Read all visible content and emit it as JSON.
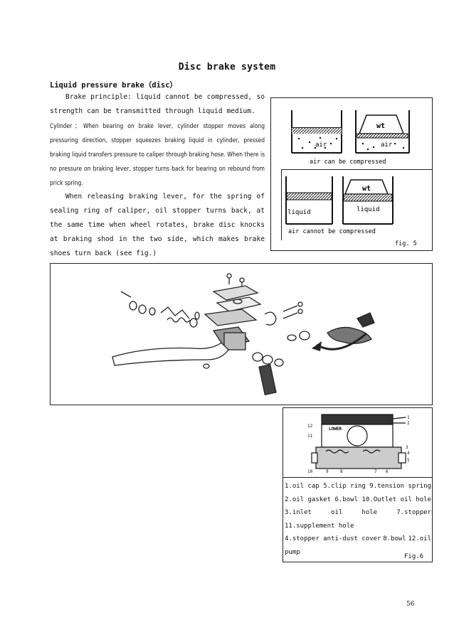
{
  "title": "Disc brake system",
  "subheading": "Liquid pressure brake（disc）",
  "paragraphs": {
    "p1": "Brake principle: liquid cannot be compressed, so strength can be transmitted through liquid medium.",
    "p2": "Cylinder：When bearing on brake lever, cylinder stopper moves along pressuring direction, stopper squeezes braking liquid in cylinder, pressed braking liquid transfers pressure to caliper through braking hose. When there is no pressure on braking lever, stopper turns back for bearing on rebound from prick spring.",
    "p3": "When releasing braking lever, for the spring of sealing ring of caliper, oil stopper turns back, at the same time when wheel rotates, brake disc knocks at braking shod in the two side, which makes brake shoes turn back (see fig.)"
  },
  "fig5": {
    "top_label_air_left": "air",
    "top_label_air_right": "air",
    "top_label_weight": "wt",
    "top_caption": "air can be compressed",
    "bottom_label_liquid_left": "liquid",
    "bottom_label_liquid_right": "liquid",
    "bottom_label_weight": "wt",
    "bottom_caption": "air cannot be compressed",
    "fig_label": "fig. 5"
  },
  "fig6": {
    "diagram_text": {
      "lower": "LOWER",
      "callouts": [
        "1",
        "2",
        "12",
        "11",
        "3",
        "4",
        "5",
        "10",
        "9",
        "8",
        "7",
        "6"
      ]
    },
    "legend": [
      [
        "1.oil cap",
        "5.clip ring",
        "9.tension spring"
      ],
      [
        "2.oil gasket",
        "6.bowl",
        "10.Outlet oil hole"
      ],
      [
        "3.inlet",
        "oil",
        "hole",
        "7.stopper"
      ],
      [
        "11.supplement hole"
      ],
      [
        "4.stopper anti-dust cover",
        "8.bowl",
        "12.oil"
      ],
      [
        "pump"
      ]
    ],
    "fig_label": "Fig.6"
  },
  "page_number": "56"
}
